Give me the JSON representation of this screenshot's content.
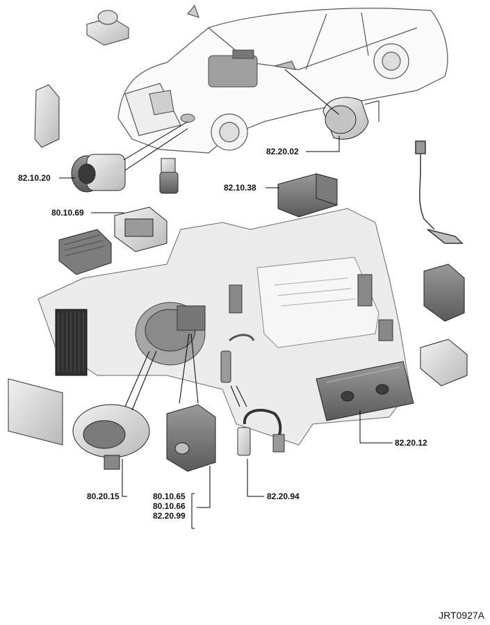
{
  "callouts": [
    {
      "id": "c1",
      "text": "82.10.20"
    },
    {
      "id": "c2",
      "text": "82.20.02"
    },
    {
      "id": "c3",
      "text": "82.10.38"
    },
    {
      "id": "c4",
      "text": "80.10.69"
    },
    {
      "id": "c5",
      "text": "82.20.12"
    },
    {
      "id": "c6",
      "text": "80.20.15"
    },
    {
      "id": "c8",
      "text": "82.20.94"
    }
  ],
  "stacked_callout": [
    "80.10.65",
    "80.10.66",
    "82.20.99"
  ],
  "figure_ref": "JRT0927A"
}
